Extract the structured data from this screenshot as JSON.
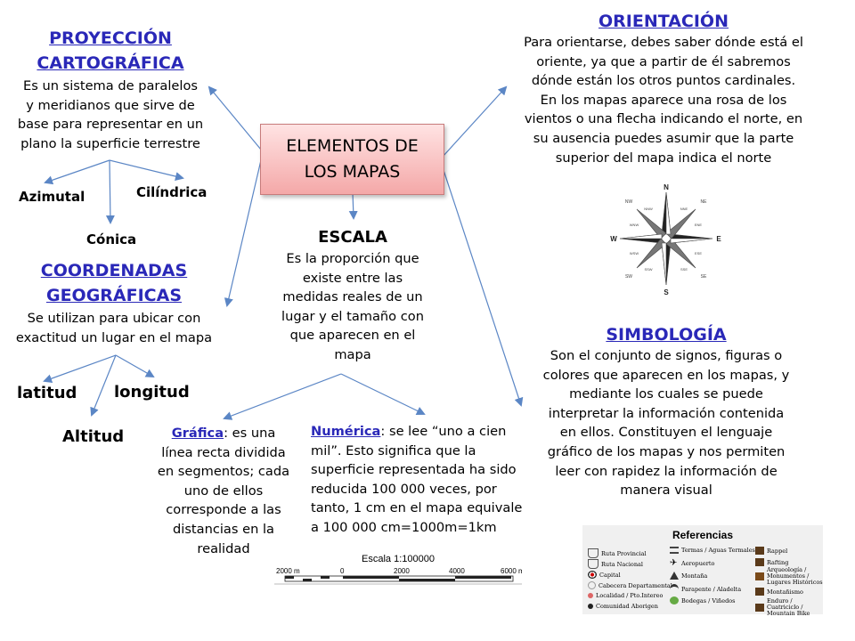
{
  "center": {
    "line1": "ELEMENTOS DE",
    "line2": "LOS MAPAS"
  },
  "proyeccion": {
    "title_line1": "PROYECCIÓN",
    "title_line2": "CARTOGRÁFICA",
    "body": [
      "Es un sistema de paralelos",
      "y meridianos que sirve de",
      "base para representar en un",
      "plano la superficie terrestre"
    ],
    "types": [
      "Azimutal",
      "Cilíndrica",
      "Cónica"
    ]
  },
  "coordenadas": {
    "title_line1": "COORDENADAS",
    "title_line2": "GEOGRÁFICAS",
    "body": [
      "Se utilizan para ubicar con",
      "exactitud un lugar en el mapa"
    ],
    "types": [
      "latitud",
      "longitud",
      "Altitud"
    ]
  },
  "escala": {
    "title": "ESCALA",
    "body": [
      "Es la proporción que",
      "existe entre las",
      "medidas reales de un",
      "lugar y el tamaño con",
      "que aparecen en el",
      "mapa"
    ],
    "grafica": {
      "label": "Gráfica",
      "rest": ": es una",
      "lines": [
        "línea recta dividida",
        "en segmentos; cada",
        "uno de ellos",
        "corresponde a las",
        "distancias en la",
        "realidad"
      ]
    },
    "numerica": {
      "label": "Numérica",
      "first": ": se lee “uno a cien",
      "lines": [
        "mil”. Esto significa que la",
        "superficie representada ha sido",
        "reducida 100 000 veces, por",
        "tanto, 1 cm en el mapa equivale",
        "a 100 000 cm=1000m=1km"
      ]
    },
    "scalebar": {
      "title": "Escala 1:100000",
      "ticks": [
        "2000 m",
        "0",
        "2000",
        "4000",
        "6000 m"
      ]
    }
  },
  "orientacion": {
    "title": "ORIENTACIÓN",
    "body": [
      "Para orientarse, debes saber dónde está el",
      "oriente, ya que a partir de él sabremos",
      "dónde están los otros puntos cardinales.",
      "En los mapas aparece una rosa de los",
      "vientos o una flecha indicando el norte, en",
      "su ausencia puedes asumir que la parte",
      "superior del mapa indica el norte"
    ],
    "compass": {
      "N": "N",
      "S": "S",
      "E": "E",
      "W": "W",
      "NE": "NE",
      "NW": "NW",
      "SE": "SE",
      "SW": "SW",
      "NNE": "NNE",
      "NNW": "NNW",
      "ENE": "ENE",
      "WNW": "WNW",
      "ESE": "ESE",
      "WSW": "WSW",
      "SSE": "SSE",
      "SSW": "SSW"
    }
  },
  "simbologia": {
    "title": "SIMBOLOGÍA",
    "body": [
      "Son el conjunto de signos, figuras o",
      "colores que aparecen en los mapas, y",
      "mediante los cuales se puede",
      "interpretar la información contenida",
      "en ellos. Constituyen el lenguaje",
      "gráfico de los mapas y nos permiten",
      "leer con rapidez la información de",
      "manera visual"
    ],
    "legend": {
      "title": "Referencias",
      "col1": [
        "Ruta Provincial",
        "Ruta Nacional",
        "Capital",
        "Cabecera Departamental",
        "Localidad / Pto.Intereo",
        "Comunidad Aborigen"
      ],
      "col2": [
        "Termas / Aguas Termales",
        "Aeropuerto",
        "Montaña",
        "Parapente / Aladelta",
        "Bodegas / Viñedos"
      ],
      "col3": [
        "Rappel",
        "Rafting",
        "Arqueología / Monumentos / Lugares Históricos",
        "Montañismo",
        "Enduro / Cuatriciclo / Mountain Bike"
      ]
    }
  },
  "colors": {
    "heading": "#2a28b8",
    "arrow": "#5b86c5",
    "box_top": "#ffe3e3",
    "box_bottom": "#f4a8a8"
  }
}
